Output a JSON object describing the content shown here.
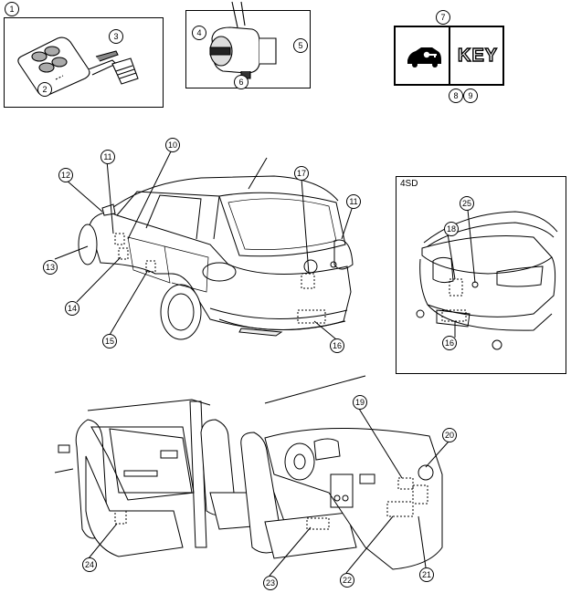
{
  "callouts": {
    "c1": "1",
    "c2": "2",
    "c3": "3",
    "c4": "4",
    "c5": "5",
    "c6": "6",
    "c7": "7",
    "c8": "8",
    "c9": "9",
    "c10": "10",
    "c11a": "11",
    "c11b": "11",
    "c12": "12",
    "c13": "13",
    "c14": "14",
    "c15": "15",
    "c16a": "16",
    "c16b": "16",
    "c17": "17",
    "c18": "18",
    "c19": "19",
    "c20": "20",
    "c21": "21",
    "c22": "22",
    "c23": "23",
    "c24": "24",
    "c25": "25"
  },
  "indicator": {
    "key_label": "KEY",
    "icon": "car-key-icon"
  },
  "inset": {
    "label": "4SD"
  }
}
